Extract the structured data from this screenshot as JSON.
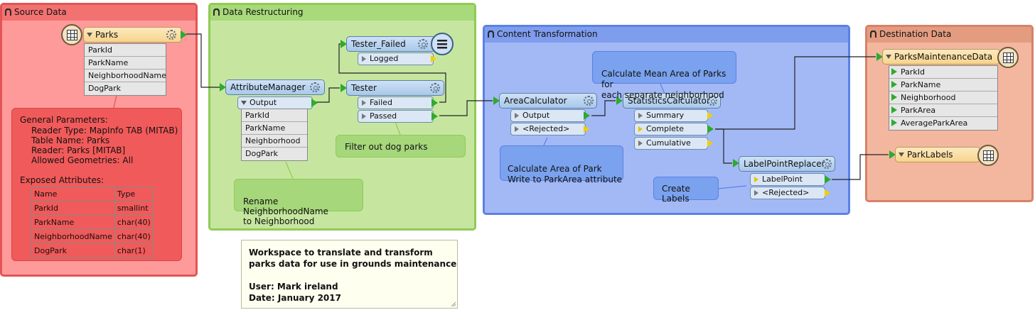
{
  "bookmarks": {
    "source": {
      "title": "Source Data"
    },
    "restructuring": {
      "title": "Data Restructuring"
    },
    "content": {
      "title": "Content Transformation"
    },
    "destination": {
      "title": "Destination Data"
    }
  },
  "reader": {
    "name": "Parks",
    "attributes": [
      "ParkId",
      "ParkName",
      "NeighborhoodName",
      "DogPark"
    ]
  },
  "reader_params": {
    "heading": "General Parameters:",
    "lines": [
      "Reader Type: MapInfo TAB (MITAB)",
      "Table Name: Parks",
      "Reader: Parks [MITAB]",
      "Allowed Geometries: All"
    ],
    "exposed_heading": "Exposed Attributes:",
    "columns": [
      "Name",
      "Type"
    ],
    "rows": [
      [
        "ParkId",
        "smallint"
      ],
      [
        "ParkName",
        "char(40)"
      ],
      [
        "NeighborhoodName",
        "char(40)"
      ],
      [
        "DogPark",
        "char(1)"
      ]
    ]
  },
  "attribute_manager": {
    "name": "AttributeManager",
    "output": "Output",
    "attributes": [
      "ParkId",
      "ParkName",
      "Neighborhood",
      "DogPark"
    ]
  },
  "tester_failed": {
    "name": "Tester_Failed",
    "port": "Logged"
  },
  "tester": {
    "name": "Tester",
    "ports": [
      "Failed",
      "Passed"
    ]
  },
  "annotations": {
    "rename": "Rename NeighborhoodName\nto Neighborhood",
    "filter": "Filter out dog parks",
    "mean": "Calculate Mean Area of Parks for\neach separate neighborhood",
    "area": "Calculate Area of Park\nWrite to ParkArea attribute",
    "labels": "Create Labels"
  },
  "area_calculator": {
    "name": "AreaCalculator",
    "ports": [
      "Output",
      "<Rejected>"
    ]
  },
  "statistics_calculator": {
    "name": "StatisticsCalculator",
    "ports": [
      "Summary",
      "Complete",
      "Cumulative"
    ]
  },
  "label_point_replacer": {
    "name": "LabelPointReplacer",
    "ports": [
      "LabelPoint",
      "<Rejected>"
    ]
  },
  "writer_maintenance": {
    "name": "ParksMaintenanceData",
    "attributes": [
      "ParkId",
      "ParkName",
      "Neighborhood",
      "ParkArea",
      "AverageParkArea"
    ]
  },
  "writer_labels": {
    "name": "ParkLabels"
  },
  "workspace_note": {
    "line1": "Workspace to translate and transform",
    "line2": "parks data for use in grounds maintenance",
    "user": "User: Mark ireland",
    "date": "Date: January 2017"
  },
  "colors": {
    "source_bg": "#ff9a9a",
    "restructuring_bg": "#c6e6a0",
    "content_bg": "#a3b9f5",
    "destination_bg": "#f3b7a0",
    "connection_green": "#2eaa2e",
    "port_yellow": "#f0d000"
  }
}
